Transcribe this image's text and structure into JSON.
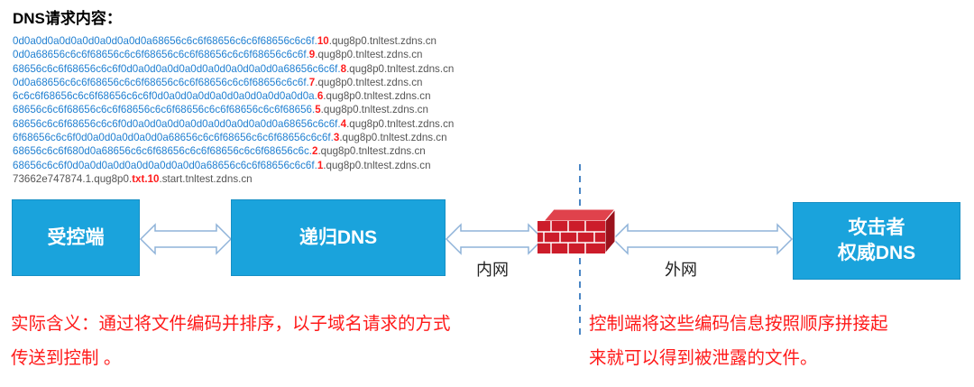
{
  "title": "DNS请求内容：",
  "query_lines": [
    {
      "hex": "0d0a0d0a0d0a0d0a0d0a0d0a68656c6c6f68656c6c6f68656c6c6f.",
      "num": "10",
      "suffix": ".qug8p0.tnltest.zdns.cn"
    },
    {
      "hex": "0d0a68656c6c6f68656c6c6f68656c6c6f68656c6c6f68656c6c6f.",
      "num": "9",
      "suffix": ".qug8p0.tnltest.zdns.cn"
    },
    {
      "hex": "68656c6c6f68656c6c6f0d0a0d0a0d0a0d0a0d0a0d0a0d0a68656c6c6f.",
      "num": "8",
      "suffix": ".qug8p0.tnltest.zdns.cn"
    },
    {
      "hex": "0d0a68656c6c6f68656c6c6f68656c6c6f68656c6c6f68656c6c6f.",
      "num": "7",
      "suffix": ".qug8p0.tnltest.zdns.cn"
    },
    {
      "hex": "6c6c6f68656c6c6f68656c6c6f0d0a0d0a0d0a0d0a0d0a0d0a0d0a.",
      "num": "6",
      "suffix": ".qug8p0.tnltest.zdns.cn"
    },
    {
      "hex": "68656c6c6f68656c6c6f68656c6c6f68656c6c6f68656c6c6f68656.",
      "num": "5",
      "suffix": ".qug8p0.tnltest.zdns.cn"
    },
    {
      "hex": "68656c6c6f68656c6c6f0d0a0d0a0d0a0d0a0d0a0d0a0d0a68656c6c6f.",
      "num": "4",
      "suffix": ".qug8p0.tnltest.zdns.cn"
    },
    {
      "hex": "6f68656c6c6f0d0a0d0a0d0a0d0a68656c6c6f68656c6c6f68656c6c6f.",
      "num": "3",
      "suffix": ".qug8p0.tnltest.zdns.cn"
    },
    {
      "hex": "68656c6c6f680d0a68656c6c6f68656c6c6f68656c6c6f68656c6c.",
      "num": "2",
      "suffix": ".qug8p0.tnltest.zdns.cn"
    },
    {
      "hex": "68656c6c6f0d0a0d0a0d0a0d0a0d0a0d0a68656c6c6f68656c6c6f.",
      "num": "1",
      "suffix": ".qug8p0.tnltest.zdns.cn"
    }
  ],
  "start_line": {
    "prefix": "73662e747874.1.qug8p0.",
    "txt": "txt.10",
    "suffix": ".start.tnltest.zdns.cn"
  },
  "nodes": {
    "controlled": "受控端",
    "recursive_dns": "递归DNS",
    "attacker_line1": "攻击者",
    "attacker_line2": "权威DNS"
  },
  "network_labels": {
    "intranet": "内网",
    "extranet": "外网"
  },
  "notes": {
    "left_line1": "实际含义：通过将文件编码并排序，以子域名请求的方式",
    "left_line2": "传送到控制 。",
    "right_line1": "控制端将这些编码信息按照顺序拼接起",
    "right_line2": "来就可以得到被泄露的文件。"
  },
  "colors": {
    "box": "#1aa3dc",
    "hex_text": "#1f7fd1",
    "highlight": "#ff1d1d",
    "firewall": "#cc1c2a",
    "divider": "#4a86c5"
  }
}
